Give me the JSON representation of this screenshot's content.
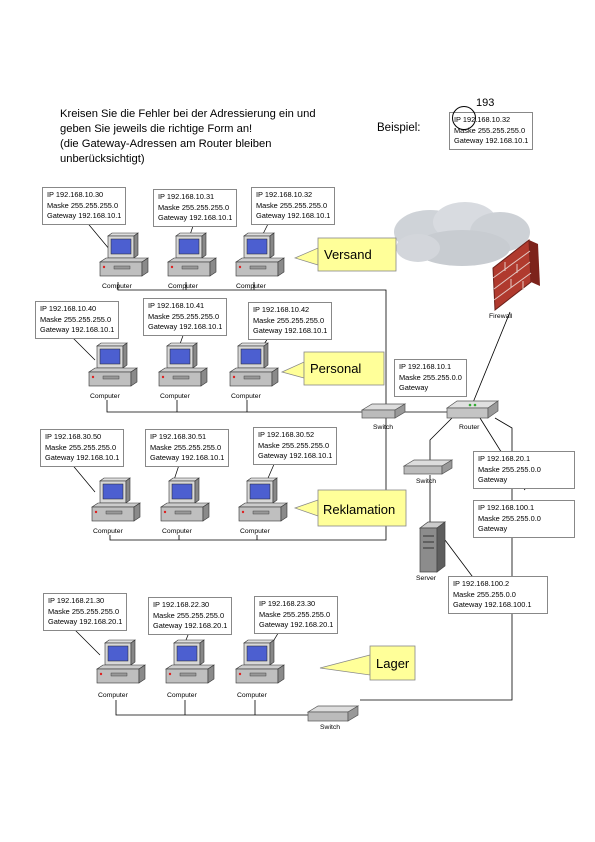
{
  "instructions": "Kreisen Sie die Fehler bei der Adressierung ein und\ngeben Sie jeweils die richtige Form an!\n(die Gateway-Adressen am Router bleiben\nunberücksichtigt)",
  "example": {
    "label": "Beispiel:",
    "correction": "193",
    "ip": "IP 192.168.10.32",
    "mask": "Maske 255.255.255.0",
    "gateway": "Gateway 192.168.10.1"
  },
  "groups": {
    "versand": "Versand",
    "personal": "Personal",
    "reklamation": "Reklamation",
    "lager": "Lager"
  },
  "computers": [
    {
      "ip": "IP 192.168.10.30",
      "mask": "Maske 255.255.255.0",
      "gw": "Gateway 192.168.10.1",
      "caption": "Computer"
    },
    {
      "ip": "IP 192.168.10.31",
      "mask": "Maske 255.255.255.0",
      "gw": "Gateway 192.168.10.1",
      "caption": "Computer"
    },
    {
      "ip": "IP 192.168.10.32",
      "mask": "Maske 255.255.255.0",
      "gw": "Gateway 192.168.10.1",
      "caption": "Computer"
    },
    {
      "ip": "IP 192.168.10.40",
      "mask": "Maske 255.255.255.0",
      "gw": "Gateway 192.168.10.1",
      "caption": "Computer"
    },
    {
      "ip": "IP 192.168.10.41",
      "mask": "Maske 255.255.255.0",
      "gw": "Gateway 192.168.10.1",
      "caption": "Computer"
    },
    {
      "ip": "IP 192.168.10.42",
      "mask": "Maske 255.255.255.0",
      "gw": "Gateway 192.168.10.1",
      "caption": "Computer"
    },
    {
      "ip": "IP 192.168.30.50",
      "mask": "Maske 255.255.255.0",
      "gw": "Gateway 192.168.10.1",
      "caption": "Computer"
    },
    {
      "ip": "IP 192.168.30.51",
      "mask": "Maske 255.255.255.0",
      "gw": "Gateway 192.168.10.1",
      "caption": "Computer"
    },
    {
      "ip": "IP 192.168.30.52",
      "mask": "Maske 255.255.255.0",
      "gw": "Gateway 192.168.10.1",
      "caption": "Computer"
    },
    {
      "ip": "IP 192.168.21.30",
      "mask": "Maske 255.255.255.0",
      "gw": "Gateway 192.168.20.1",
      "caption": "Computer"
    },
    {
      "ip": "IP 192.168.22.30",
      "mask": "Maske 255.255.255.0",
      "gw": "Gateway 192.168.20.1",
      "caption": "Computer"
    },
    {
      "ip": "IP 192.168.23.30",
      "mask": "Maske 255.255.255.0",
      "gw": "Gateway 192.168.20.1",
      "caption": "Computer"
    }
  ],
  "router": {
    "caption": "Router",
    "if1": {
      "ip": "IP 192.168.10.1",
      "mask": "Maske 255.255.0.0",
      "gw": "Gateway"
    },
    "if2": {
      "ip": "IP 192.168.20.1",
      "mask": "Maske 255.255.0.0",
      "gw": "Gateway"
    },
    "if3": {
      "ip": "IP 192.168.100.1",
      "mask": "Maske 255.255.0.0",
      "gw": "Gateway"
    }
  },
  "server": {
    "caption": "Server",
    "ip": "IP 192.168.100.2",
    "mask": "Maske 255.255.0.0",
    "gw": "Gateway 192.168.100.1"
  },
  "devices": {
    "switch1": "Switch",
    "switch2": "Switch",
    "switch3": "Switch",
    "firewall": "Firewall"
  }
}
